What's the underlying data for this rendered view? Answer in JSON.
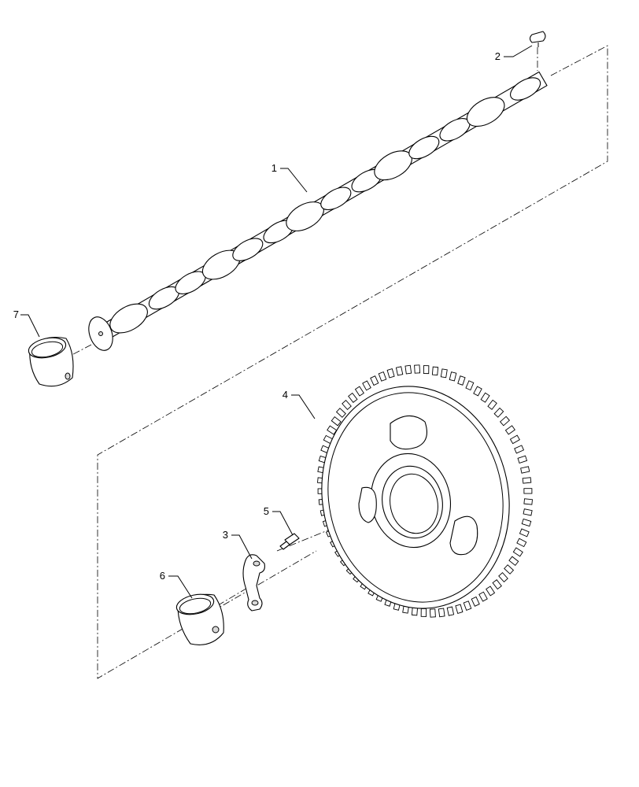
{
  "diagram": {
    "callouts": [
      {
        "id": "1",
        "label": "1"
      },
      {
        "id": "2",
        "label": "2"
      },
      {
        "id": "3",
        "label": "3"
      },
      {
        "id": "4",
        "label": "4"
      },
      {
        "id": "5",
        "label": "5"
      },
      {
        "id": "6",
        "label": "6"
      },
      {
        "id": "7",
        "label": "7"
      }
    ],
    "gear_teeth": 72
  }
}
